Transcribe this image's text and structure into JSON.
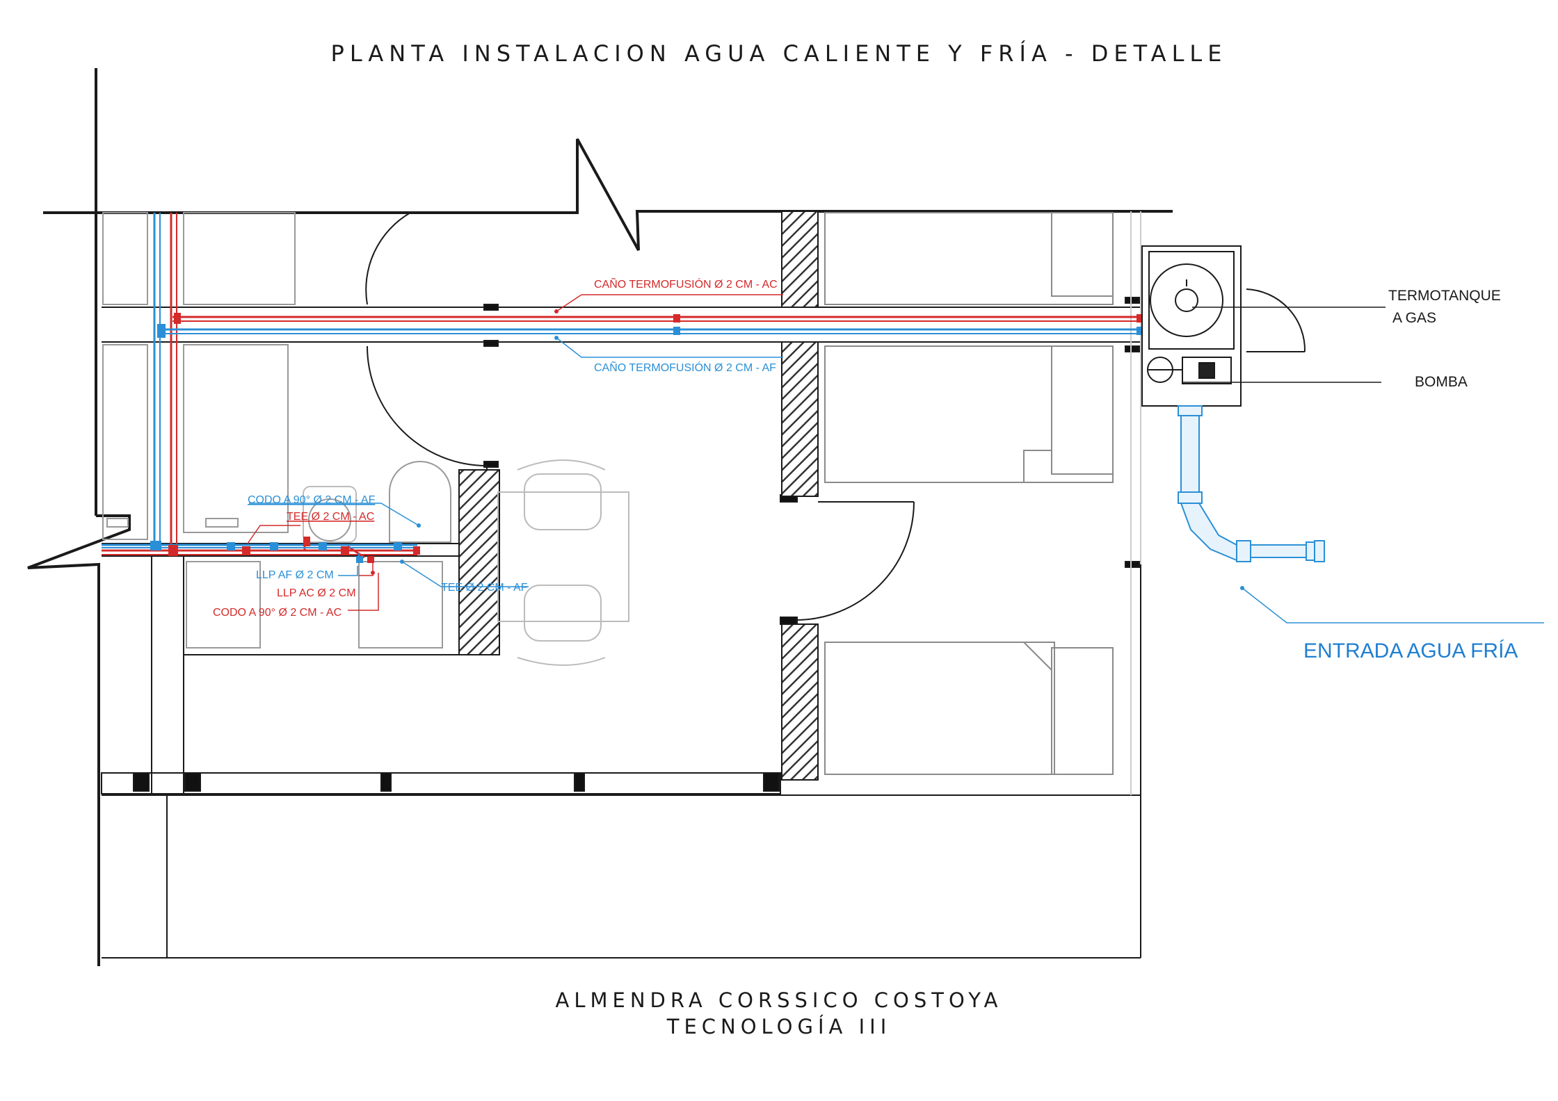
{
  "header": {
    "title": "PLANTA INSTALACION AGUA CALIENTE Y FRÍA - DETALLE"
  },
  "footer": {
    "author": "ALMENDRA CORSSICO COSTOYA",
    "course": "TECNOLOGÍA III"
  },
  "labels": {
    "hot_pipe": "CAÑO TERMOFUSIÓN Ø 2 CM - AC",
    "cold_pipe": "CAÑO TERMOFUSIÓN Ø 2 CM - AF",
    "elbow_cold": "CODO A 90° Ø 2 CM - AF",
    "tee_hot": "TEE Ø 2 CM - AC",
    "valve_cold": "LLP AF Ø 2 CM",
    "valve_hot": "LLP AC Ø 2 CM",
    "elbow_hot": "CODO A 90° Ø 2 CM - AC",
    "tee_cold": "TEE Ø 2 CM - AF",
    "water_heater_line1": "TERMOTANQUE",
    "water_heater_line2": "A GAS",
    "pump": "BOMBA",
    "cold_inlet": "ENTRADA AGUA FRÍA"
  },
  "colors": {
    "hot": "#d42a2a",
    "cold": "#2a8fd6",
    "wall": "#1a1a1a",
    "furniture": "#8a8a8a",
    "inlet_label": "#1f7fd1"
  }
}
